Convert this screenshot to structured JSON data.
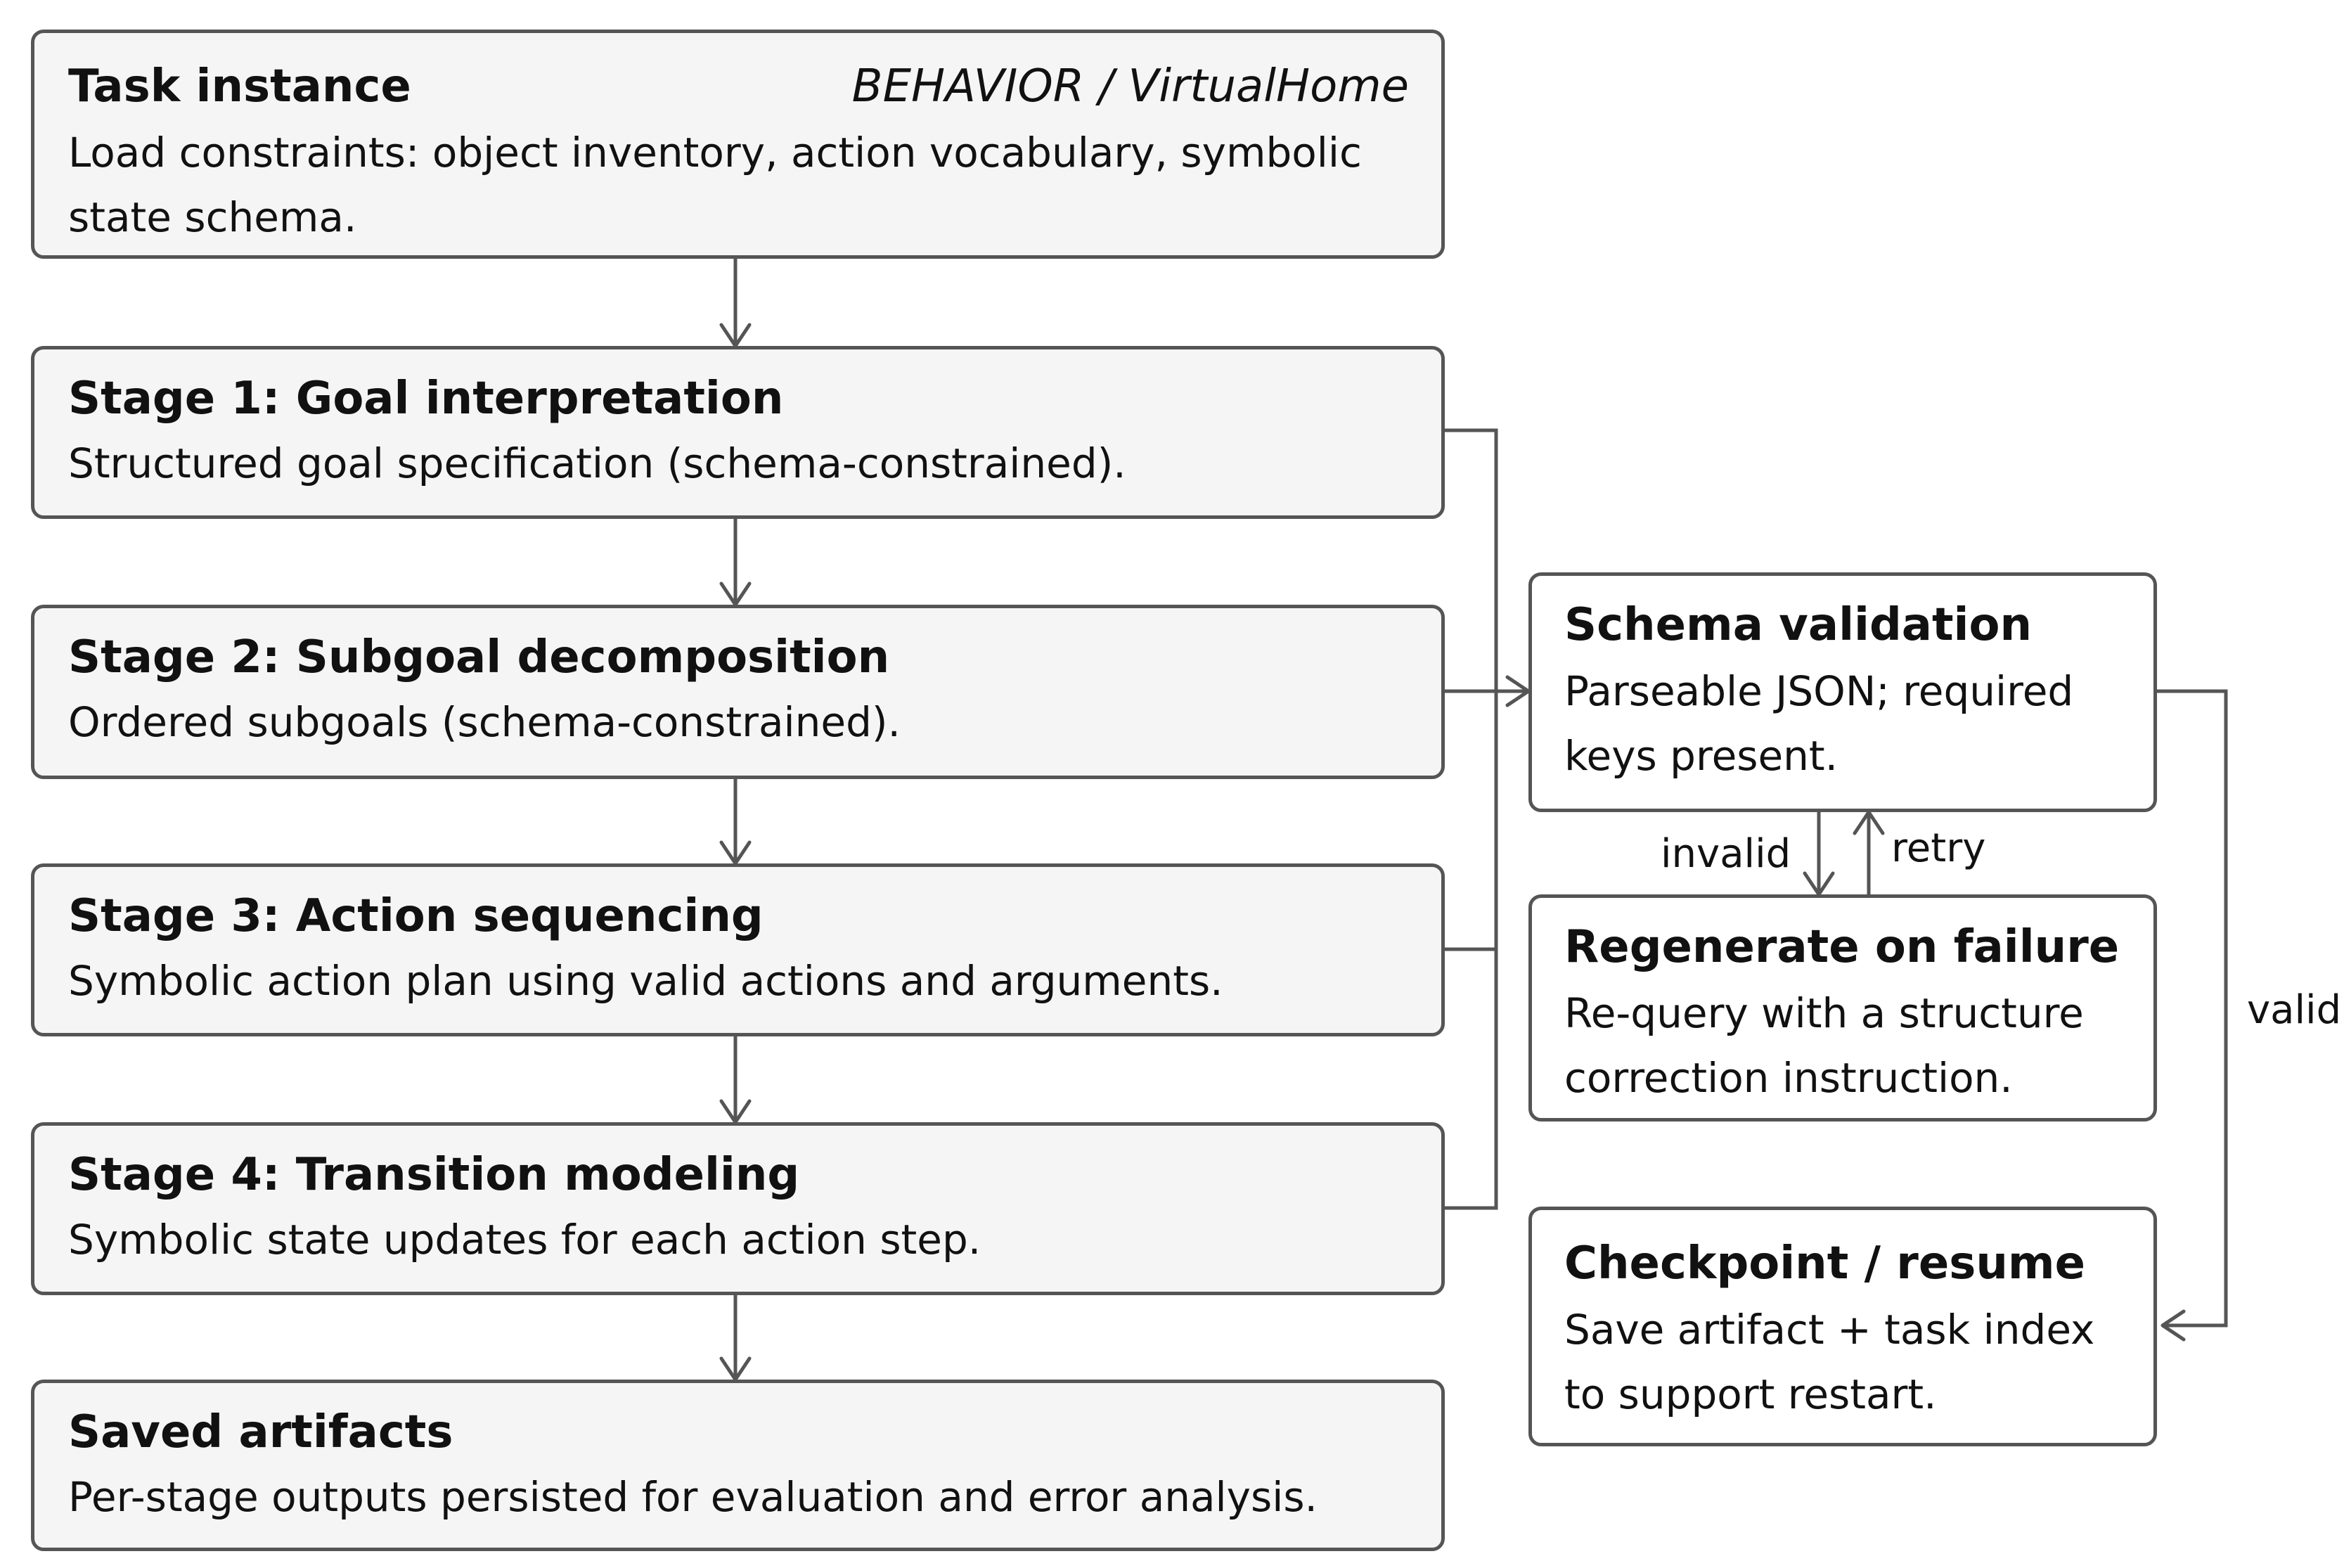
{
  "boxes": {
    "task_instance": {
      "title": "Task instance",
      "tag": "BEHAVIOR / VirtualHome",
      "desc": "Load constraints:  object inventory, action vocabulary, symbolic\nstate schema."
    },
    "stage1": {
      "title": "Stage 1:  Goal interpretation",
      "desc": "Structured goal specification (schema-constrained)."
    },
    "stage2": {
      "title": "Stage 2:  Subgoal decomposition",
      "desc": "Ordered subgoals (schema-constrained)."
    },
    "stage3": {
      "title": "Stage 3:  Action sequencing",
      "desc": "Symbolic action plan using valid actions and arguments."
    },
    "stage4": {
      "title": "Stage 4:  Transition modeling",
      "desc": "Symbolic state updates for each action step."
    },
    "saved": {
      "title": "Saved artifacts",
      "desc": "Per-stage outputs persisted for evaluation and error analysis."
    },
    "schema": {
      "title": "Schema validation",
      "desc": "Parseable JSON; required\nkeys present."
    },
    "regen": {
      "title": "Regenerate on failure",
      "desc": "Re-query with a structure\ncorrection instruction."
    },
    "checkpoint": {
      "title": "Checkpoint / resume",
      "desc": "Save artifact + task index\nto support restart."
    }
  },
  "edge_labels": {
    "invalid": "invalid",
    "retry": "retry",
    "valid": "valid"
  },
  "colors": {
    "stroke": "#555555",
    "box_fill": "#f5f5f5",
    "box_fill_right": "#ffffff"
  }
}
